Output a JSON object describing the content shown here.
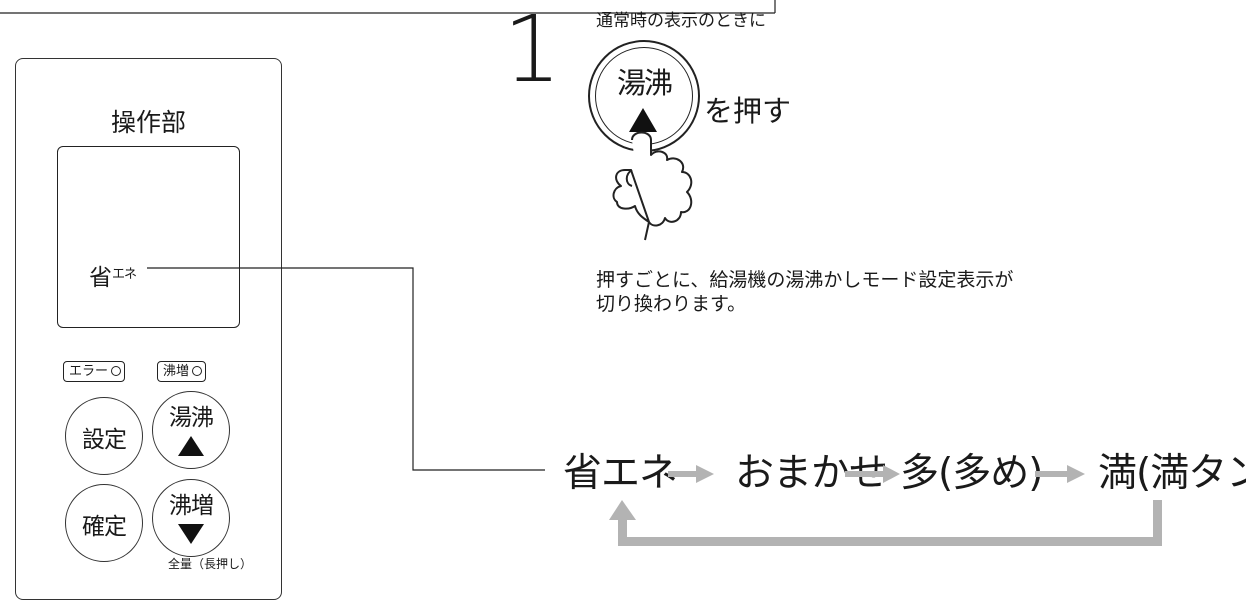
{
  "panel": {
    "title": "操作部",
    "display_mode": "省",
    "display_mode_small": "エネ",
    "lamps": {
      "error": "エラー",
      "boost": "沸増"
    },
    "buttons": {
      "settei": "設定",
      "yuwakashi": "湯沸",
      "kakutei": "確定",
      "wakimashi": "沸増"
    },
    "button_note": "全量（長押し）"
  },
  "step": {
    "number": "1",
    "hint": "通常時の表示のときに",
    "button_label": "湯沸",
    "press_text": "を押す",
    "instruction_line1": "押すごとに、給湯機の湯沸かしモード設定表示が",
    "instruction_line2": "切り換わります。"
  },
  "cycle": {
    "modes": [
      "省エネ",
      "おまかせ",
      "多(多め)",
      "満(満タン)"
    ],
    "arrow_color": "#b3b3b3"
  }
}
